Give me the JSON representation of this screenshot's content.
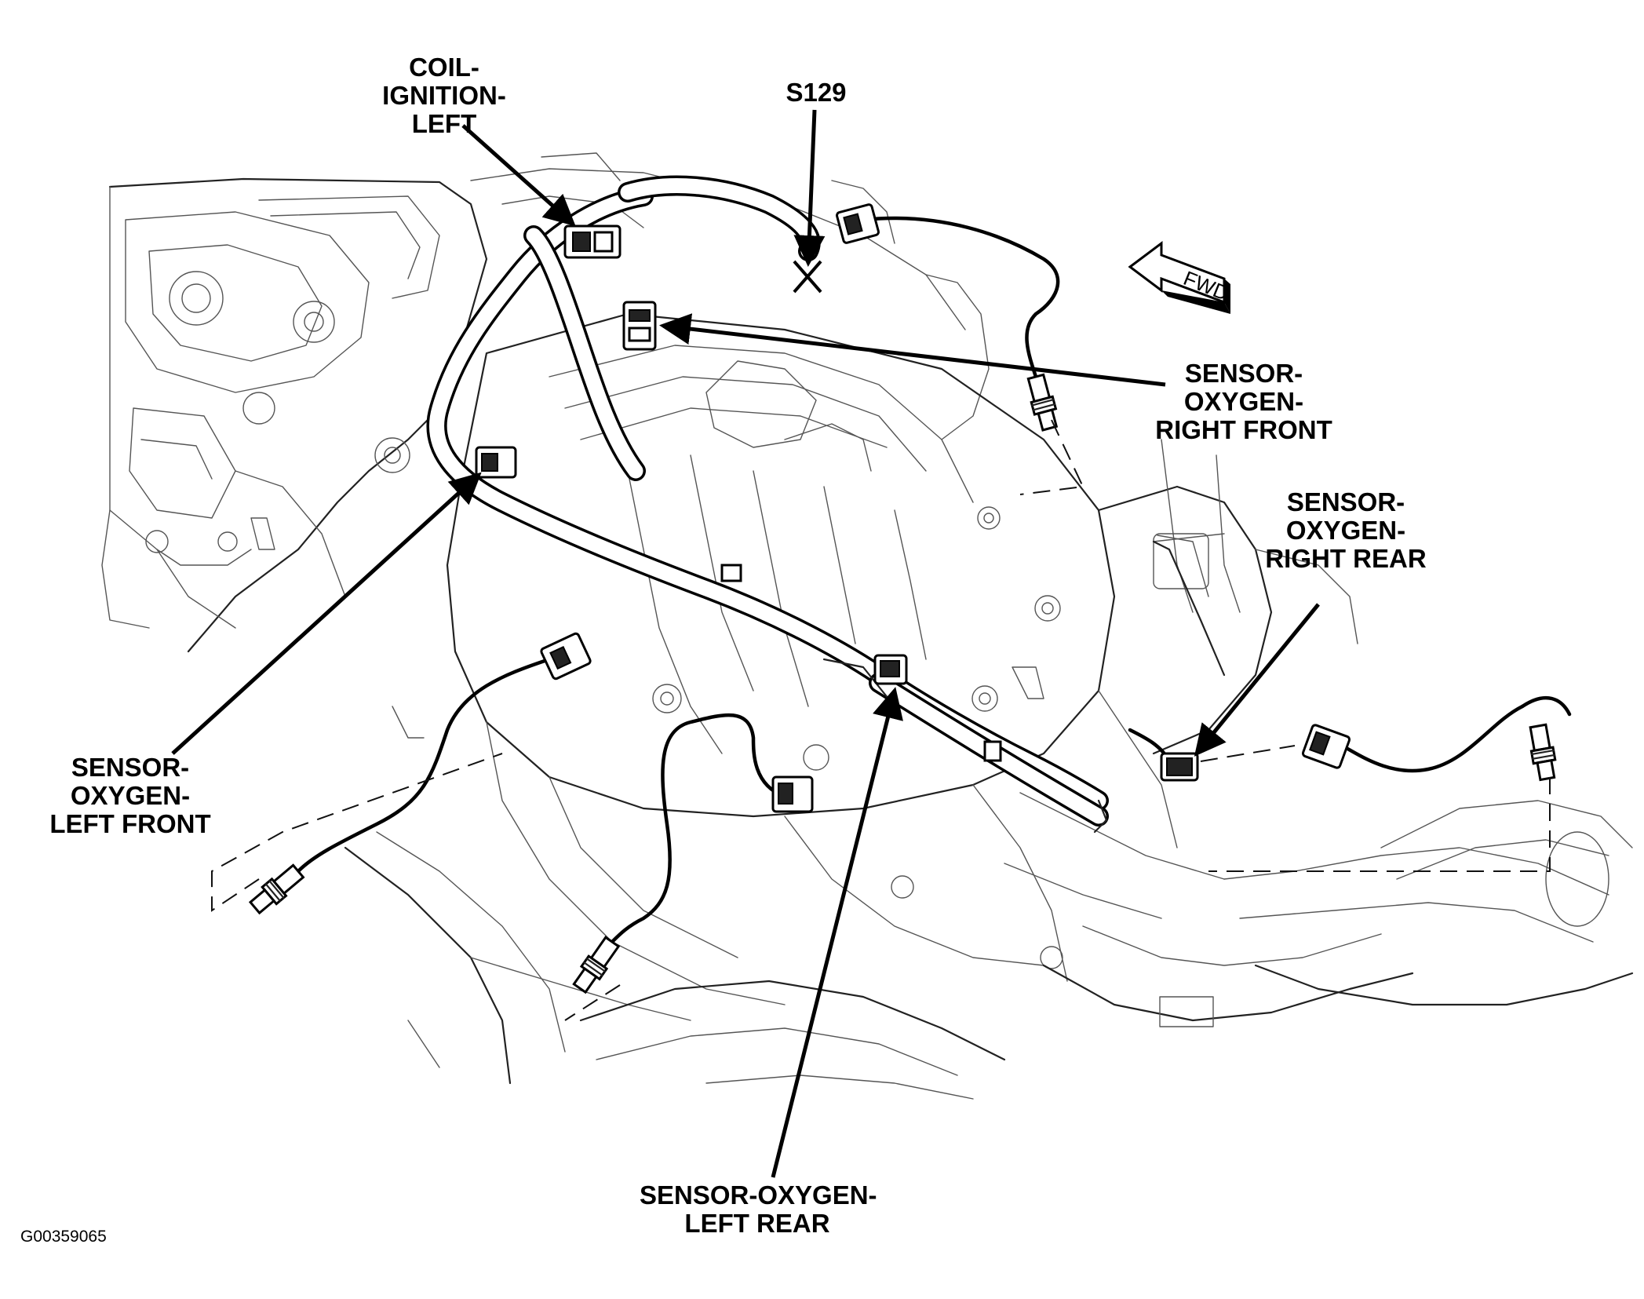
{
  "callouts": {
    "coil_ignition_left": [
      "COIL-",
      "IGNITION-",
      "LEFT"
    ],
    "s129": [
      "S129"
    ],
    "sensor_oxygen_right_front": [
      "SENSOR-",
      "OXYGEN-",
      "RIGHT FRONT"
    ],
    "sensor_oxygen_right_rear": [
      "SENSOR-",
      "OXYGEN-",
      "RIGHT REAR"
    ],
    "sensor_oxygen_left_front": [
      "SENSOR-",
      "OXYGEN-",
      "LEFT FRONT"
    ],
    "sensor_oxygen_left_rear": [
      "SENSOR-OXYGEN-",
      "LEFT REAR"
    ]
  },
  "fwd_arrow_label": "FWD",
  "figure_id": "G00359065"
}
